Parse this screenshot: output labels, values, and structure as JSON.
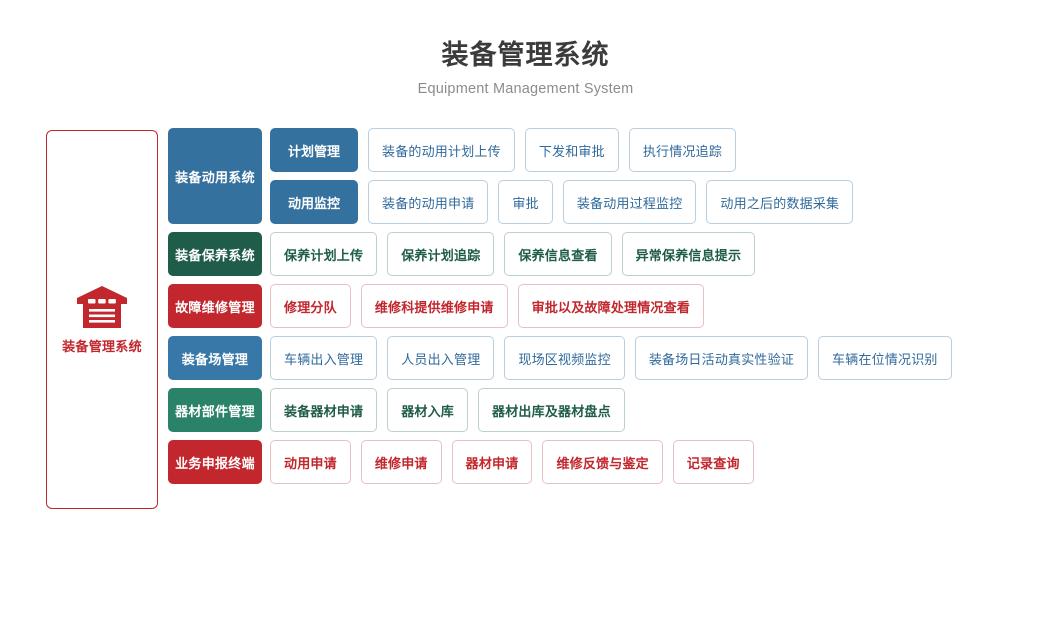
{
  "header": {
    "title": "装备管理系统",
    "subtitle": "Equipment Management System"
  },
  "root_panel": {
    "icon": "warehouse-icon",
    "label": "装备管理系统",
    "border_color": "#c1272d",
    "text_color": "#c1272d"
  },
  "palette": {
    "dark_blue": "#35719e",
    "dark_green": "#1f5c49",
    "red": "#c1272d",
    "blue": "#3878a8",
    "green": "#2a8268",
    "leaf_blue_border": "#b9cfe0",
    "leaf_green_border": "#bdd0c9",
    "leaf_red_border": "#eabfc2",
    "title_color": "#3b3b3b",
    "subtitle_color": "#8c8c8c"
  },
  "groups": [
    {
      "label": "装备动用系统",
      "color": "#35719e",
      "theme": "blue",
      "subgroups": [
        {
          "label": "计划管理",
          "items": [
            "装备的动用计划上传",
            "下发和审批",
            "执行情况追踪"
          ]
        },
        {
          "label": "动用监控",
          "items": [
            "装备的动用申请",
            "审批",
            "装备动用过程监控",
            "动用之后的数据采集"
          ]
        }
      ]
    },
    {
      "label": "装备保养系统",
      "color": "#1f5c49",
      "theme": "green",
      "subgroups": [
        {
          "label": null,
          "items": [
            "保养计划上传",
            "保养计划追踪",
            "保养信息查看",
            "异常保养信息提示"
          ]
        }
      ]
    },
    {
      "label": "故障维修管理",
      "color": "#c1272d",
      "theme": "red",
      "subgroups": [
        {
          "label": null,
          "items": [
            "修理分队",
            "维修科提供维修申请",
            "审批以及故障处理情况查看"
          ]
        }
      ]
    },
    {
      "label": "装备场管理",
      "color": "#3878a8",
      "theme": "lightblue",
      "subgroups": [
        {
          "label": null,
          "items": [
            "车辆出入管理",
            "人员出入管理",
            "现场区视频监控",
            "装备场日活动真实性验证",
            "车辆在位情况识别"
          ]
        }
      ]
    },
    {
      "label": "器材部件管理",
      "color": "#2a8268",
      "theme": "green2",
      "subgroups": [
        {
          "label": null,
          "items": [
            "装备器材申请",
            "器材入库",
            "器材出库及器材盘点"
          ]
        }
      ]
    },
    {
      "label": "业务申报终端",
      "color": "#c1272d",
      "theme": "red",
      "subgroups": [
        {
          "label": null,
          "items": [
            "动用申请",
            "维修申请",
            "器材申请",
            "维修反馈与鉴定",
            "记录查询"
          ]
        }
      ]
    }
  ]
}
